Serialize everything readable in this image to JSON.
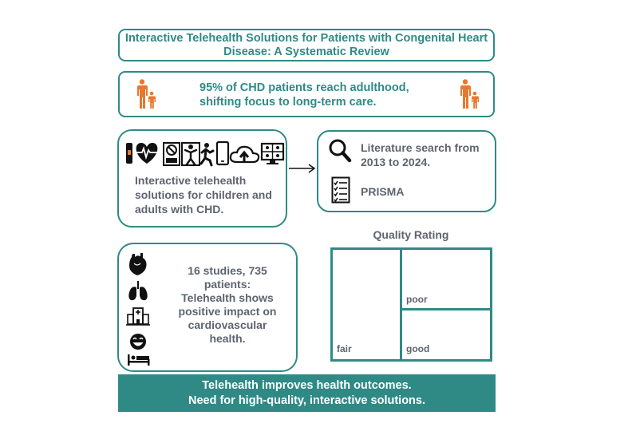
{
  "title": "Interactive Telehealth Solutions for Patients with Congenital Heart Disease: A Systematic Review",
  "fact": {
    "line1": "95% of CHD patients reach adulthood,",
    "line2": "shifting focus to long-term care."
  },
  "telehealth_text": "Interactive telehealth solutions for children and adults with CHD.",
  "literature": {
    "search_text": "Literature search from 2013 to 2024.",
    "prisma": "PRISMA"
  },
  "studies": {
    "line1": "16 studies, 735",
    "line2": "patients:",
    "line3": "Telehealth shows",
    "line4": "positive impact on",
    "line5": "cardiovascular",
    "line6": "health."
  },
  "chart_data": {
    "type": "treemap",
    "title": "Quality Rating",
    "categories": [
      "fair",
      "poor",
      "good"
    ]
  },
  "conclusion": {
    "line1": "Telehealth improves health outcomes.",
    "line2": "Need for high-quality, interactive solutions."
  },
  "colors": {
    "teal": "#2f8a86",
    "orange": "#e8782e",
    "text_gray": "#5d6470"
  }
}
